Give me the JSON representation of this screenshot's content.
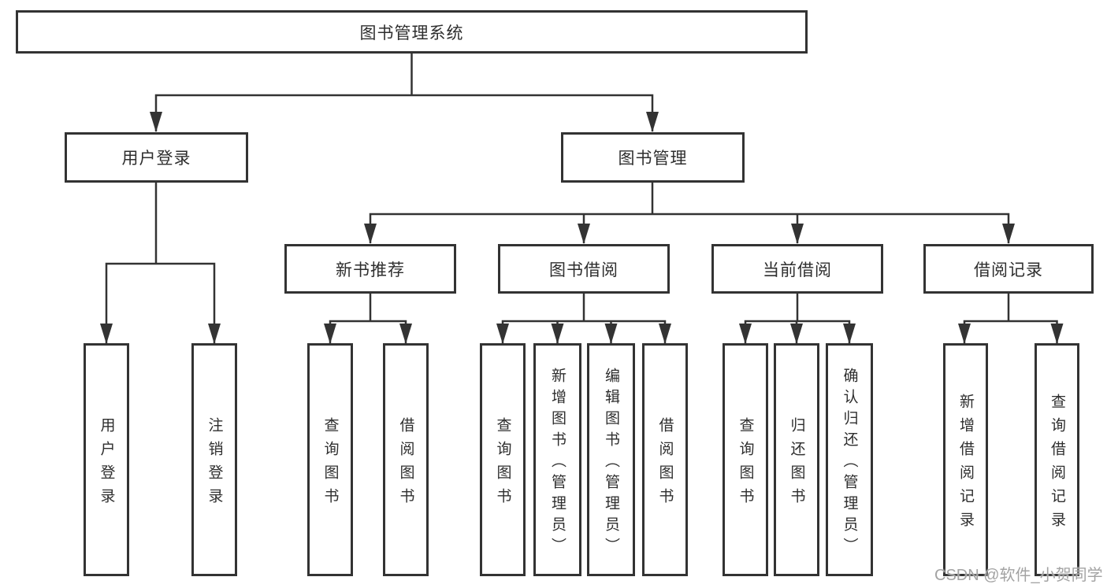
{
  "diagram_title": "图书管理系统",
  "tree": {
    "root": {
      "label": "图书管理系统",
      "children": [
        {
          "label": "用户登录",
          "children": [
            {
              "label": "用户登录"
            },
            {
              "label": "注销登录"
            }
          ]
        },
        {
          "label": "图书管理",
          "children": [
            {
              "label": "新书推荐",
              "children": [
                {
                  "label": "查询图书"
                },
                {
                  "label": "借阅图书"
                }
              ]
            },
            {
              "label": "图书借阅",
              "children": [
                {
                  "label": "查询图书"
                },
                {
                  "label": "新增图书（管理员）"
                },
                {
                  "label": "编辑图书（管理员）"
                },
                {
                  "label": "借阅图书"
                }
              ]
            },
            {
              "label": "当前借阅",
              "children": [
                {
                  "label": "查询图书"
                },
                {
                  "label": "归还图书"
                },
                {
                  "label": "确认归还（管理员）"
                }
              ]
            },
            {
              "label": "借阅记录",
              "children": [
                {
                  "label": "新增借阅记录"
                },
                {
                  "label": "查询借阅记录"
                }
              ]
            }
          ]
        }
      ]
    }
  },
  "watermark": {
    "text": "CSDN @软件_小贺同学"
  },
  "colors": {
    "line": "#333333",
    "box_border": "#333333",
    "text": "#2e2e2e",
    "watermark": "#a3a3a3",
    "background": "#ffffff"
  }
}
